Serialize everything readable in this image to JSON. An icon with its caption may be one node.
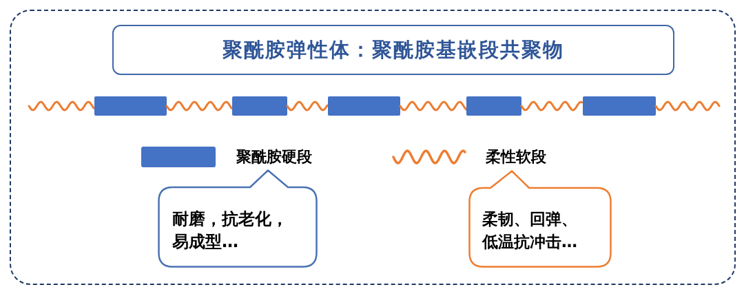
{
  "diagram": {
    "title": "聚酰胺弹性体：聚酰胺基嵌段共聚物",
    "nodes": [
      {
        "text": [
          "耐磨，抗老化，易成型…"
        ]
      },
      {
        "text": [
          "柔韧、回弹、低温抗冲击…"
        ]
      }
    ],
    "legend": [
      {
        "text": "聚酰胺硬段",
        "color": "#4472c4"
      },
      {
        "text": "柔性软段"
      }
    ]
  }
}
